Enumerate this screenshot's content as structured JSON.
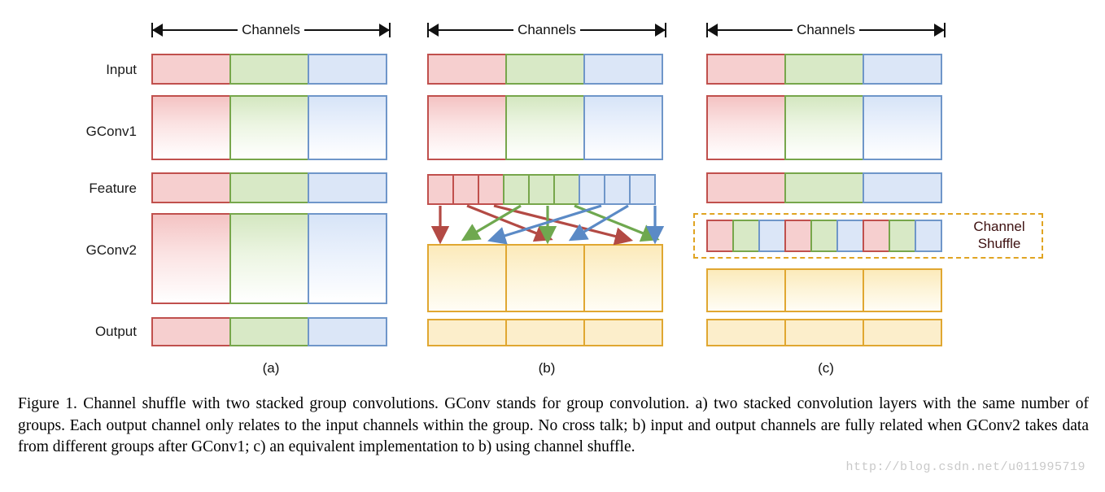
{
  "figure": {
    "axis_label": "Channels",
    "row_labels": [
      "Input",
      "GConv1",
      "Feature",
      "GConv2",
      "Output"
    ],
    "panel_letters": [
      "(a)",
      "(b)",
      "(c)"
    ],
    "shuffle_label_line1": "Channel",
    "shuffle_label_line2": "Shuffle",
    "caption": "Figure 1. Channel shuffle with two stacked group convolutions. GConv stands for group convolution. a) two stacked convolution layers with the same number of groups. Each output channel only relates to the input channels within the group. No cross talk; b) input and output channels are fully related when GConv2 takes data from different groups after GConv1; c) an equivalent implementation to b) using channel shuffle.",
    "watermark": "http://blog.csdn.net/u011995719"
  },
  "colors": {
    "red_fill": "#f6cfcf",
    "red_stroke": "#c0504d",
    "green_fill": "#d8e9c6",
    "green_stroke": "#77a64b",
    "blue_fill": "#dbe6f7",
    "blue_stroke": "#6f96c9",
    "yellow_fill": "#fceecb",
    "yellow_stroke": "#e0a731",
    "shuffle_box_stroke": "#e0a422",
    "shuffle_text": "#3d1010",
    "axis_stroke": "#111111",
    "caption_text": "#000000",
    "watermark_text": "#c9c9c9"
  },
  "chart_data": {
    "type": "diagram",
    "title": "Channel shuffle with two stacked group convolutions",
    "groups": 3,
    "channels_per_group": 3,
    "group_colors": [
      "red",
      "green",
      "blue"
    ],
    "panels": [
      {
        "letter": "(a)",
        "description": "two stacked convolution layers with the same number of groups; no cross talk",
        "rows": [
          {
            "name": "Input",
            "style": "solid",
            "cells": [
              "red",
              "green",
              "blue"
            ]
          },
          {
            "name": "GConv1",
            "style": "gradient",
            "cells": [
              "red",
              "green",
              "blue"
            ]
          },
          {
            "name": "Feature",
            "style": "solid",
            "cells": [
              "red",
              "green",
              "blue"
            ]
          },
          {
            "name": "GConv2",
            "style": "gradient",
            "cells": [
              "red",
              "green",
              "blue"
            ]
          },
          {
            "name": "Output",
            "style": "solid",
            "cells": [
              "red",
              "green",
              "blue"
            ]
          }
        ],
        "has_shuffle_arrows": false,
        "has_shuffle_box": false
      },
      {
        "letter": "(b)",
        "description": "input and output channels fully related when GConv2 takes data from different groups after GConv1",
        "rows": [
          {
            "name": "Input",
            "style": "solid",
            "cells": [
              "red",
              "green",
              "blue"
            ]
          },
          {
            "name": "GConv1",
            "style": "gradient",
            "cells": [
              "red",
              "green",
              "blue"
            ]
          },
          {
            "name": "Feature",
            "style": "subdivided",
            "cells": [
              "red",
              "red",
              "red",
              "green",
              "green",
              "green",
              "blue",
              "blue",
              "blue"
            ]
          },
          {
            "name": "GConv2",
            "style": "gradient",
            "cells": [
              "yellow",
              "yellow",
              "yellow"
            ]
          },
          {
            "name": "Output",
            "style": "solid",
            "cells": [
              "yellow",
              "yellow",
              "yellow"
            ]
          }
        ],
        "has_shuffle_arrows": true,
        "has_shuffle_box": false,
        "arrow_mapping": [
          {
            "from_cell": 0,
            "to_group": 0,
            "color": "red"
          },
          {
            "from_cell": 1,
            "to_group": 1,
            "color": "red"
          },
          {
            "from_cell": 2,
            "to_group": 2,
            "color": "red"
          },
          {
            "from_cell": 3,
            "to_group": 0,
            "color": "green"
          },
          {
            "from_cell": 4,
            "to_group": 1,
            "color": "green"
          },
          {
            "from_cell": 5,
            "to_group": 2,
            "color": "green"
          },
          {
            "from_cell": 6,
            "to_group": 0,
            "color": "blue"
          },
          {
            "from_cell": 7,
            "to_group": 1,
            "color": "blue"
          },
          {
            "from_cell": 8,
            "to_group": 2,
            "color": "blue"
          }
        ]
      },
      {
        "letter": "(c)",
        "description": "an equivalent implementation to b) using channel shuffle",
        "rows": [
          {
            "name": "Input",
            "style": "solid",
            "cells": [
              "red",
              "green",
              "blue"
            ]
          },
          {
            "name": "GConv1",
            "style": "gradient",
            "cells": [
              "red",
              "green",
              "blue"
            ]
          },
          {
            "name": "Feature",
            "style": "solid",
            "cells": [
              "red",
              "green",
              "blue"
            ]
          },
          {
            "name": "Shuffle",
            "style": "shuffled",
            "cells": [
              "red",
              "green",
              "blue",
              "red",
              "green",
              "blue",
              "red",
              "green",
              "blue"
            ]
          },
          {
            "name": "GConv2",
            "style": "gradient",
            "cells": [
              "yellow",
              "yellow",
              "yellow"
            ]
          },
          {
            "name": "Output",
            "style": "solid",
            "cells": [
              "yellow",
              "yellow",
              "yellow"
            ]
          }
        ],
        "has_shuffle_arrows": false,
        "has_shuffle_box": true
      }
    ]
  }
}
